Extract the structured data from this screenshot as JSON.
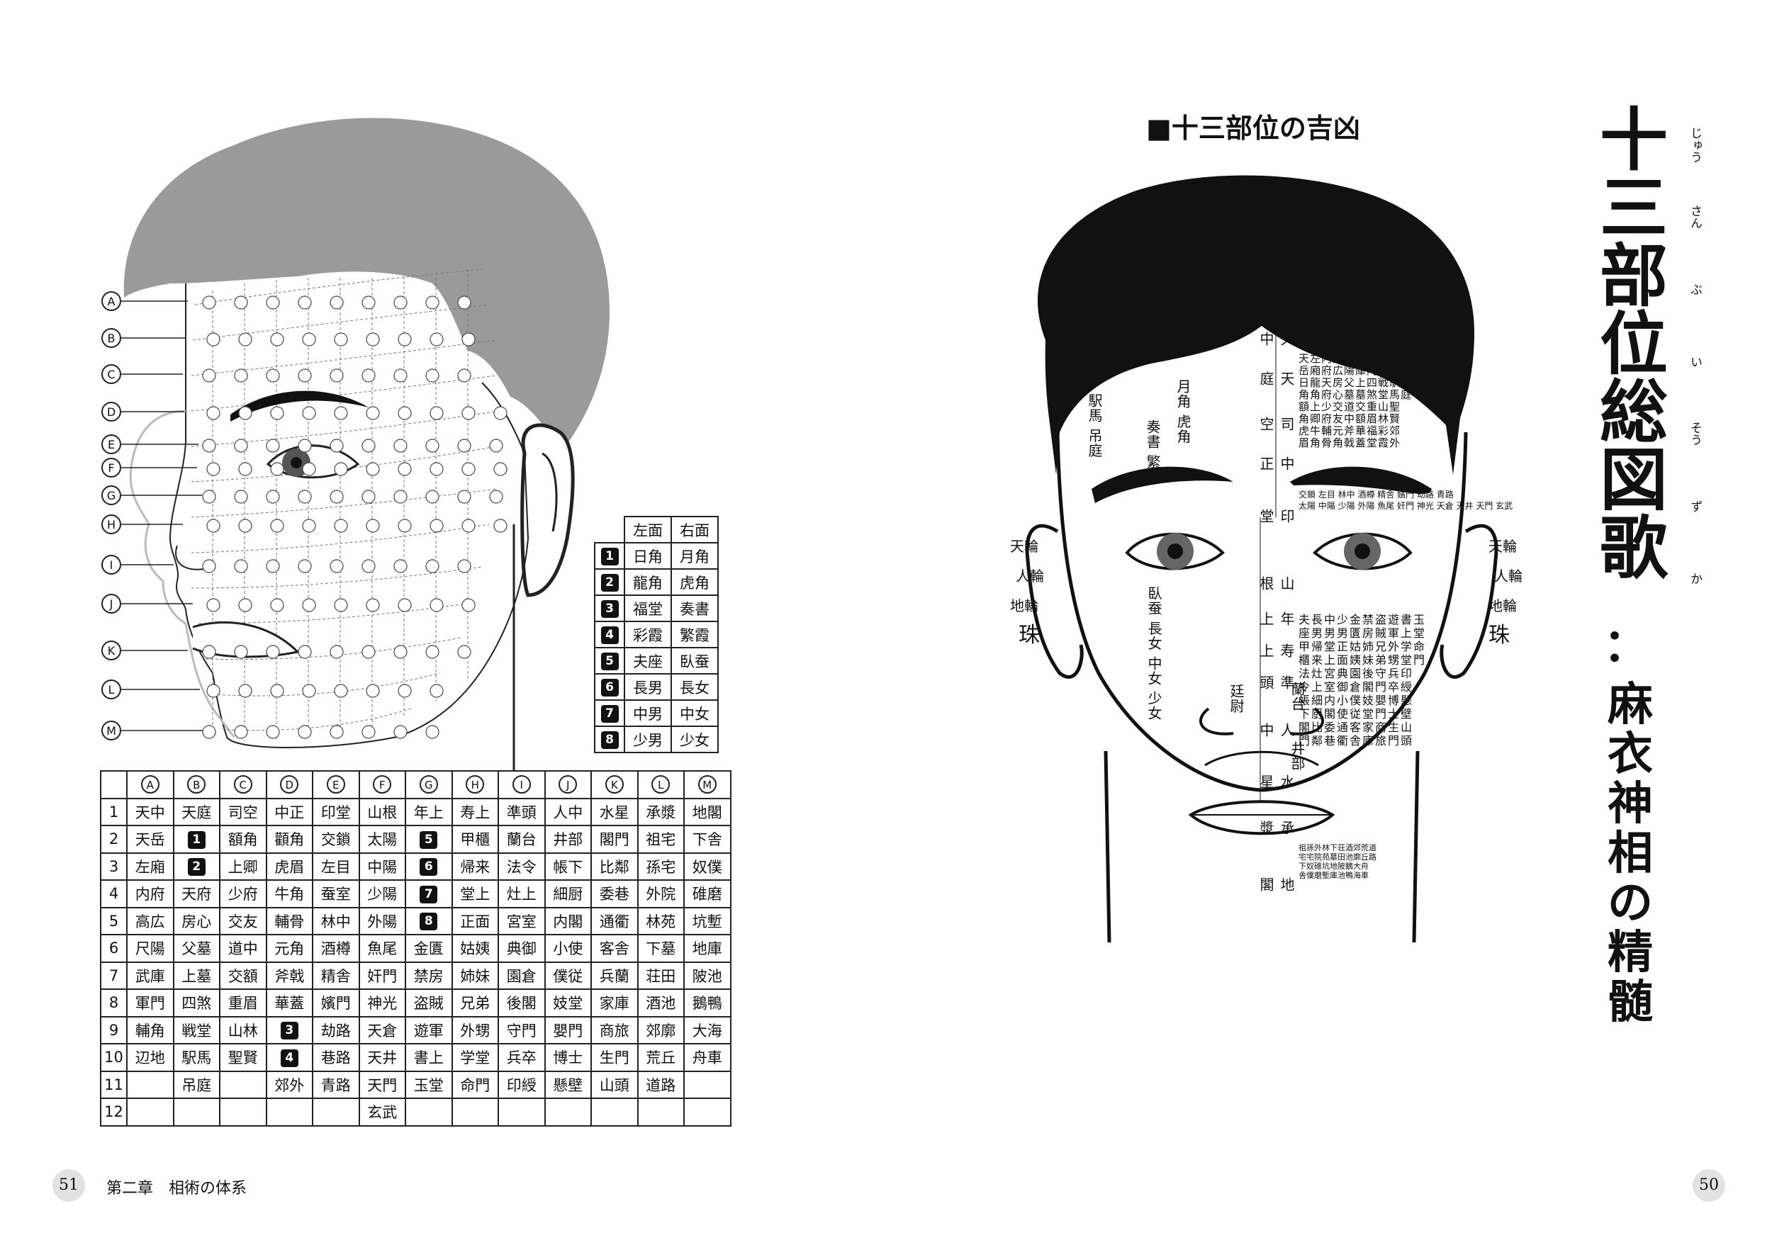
{
  "left_page": {
    "row_letters": [
      "A",
      "B",
      "C",
      "D",
      "E",
      "F",
      "G",
      "H",
      "I",
      "J",
      "K",
      "L",
      "M"
    ],
    "table": {
      "header": [
        "A",
        "B",
        "C",
        "D",
        "E",
        "F",
        "G",
        "H",
        "I",
        "J",
        "K",
        "L",
        "M"
      ],
      "rows": [
        {
          "n": "1",
          "cells": [
            "天中",
            "天庭",
            "司空",
            "中正",
            "印堂",
            "山根",
            "年上",
            "寿上",
            "準頭",
            "人中",
            "水星",
            "承漿",
            "地閣"
          ]
        },
        {
          "n": "2",
          "cells": [
            "天岳",
            "[1]",
            "額角",
            "顴角",
            "交鎖",
            "太陽",
            "[5]",
            "甲櫃",
            "蘭台",
            "井部",
            "閣門",
            "祖宅",
            "下舎"
          ]
        },
        {
          "n": "3",
          "cells": [
            "左廂",
            "[2]",
            "上卿",
            "虎眉",
            "左目",
            "中陽",
            "[6]",
            "帰来",
            "法令",
            "帳下",
            "比鄰",
            "孫宅",
            "奴僕"
          ]
        },
        {
          "n": "4",
          "cells": [
            "内府",
            "天府",
            "少府",
            "牛角",
            "蚕室",
            "少陽",
            "[7]",
            "堂上",
            "灶上",
            "細厨",
            "委巷",
            "外院",
            "碓磨"
          ]
        },
        {
          "n": "5",
          "cells": [
            "高広",
            "房心",
            "交友",
            "輔骨",
            "林中",
            "外陽",
            "[8]",
            "正面",
            "宮室",
            "内閣",
            "通衢",
            "林苑",
            "坑塹"
          ]
        },
        {
          "n": "6",
          "cells": [
            "尺陽",
            "父墓",
            "道中",
            "元角",
            "酒樽",
            "魚尾",
            "金匱",
            "姑姨",
            "典御",
            "小使",
            "客舎",
            "下墓",
            "地庫"
          ]
        },
        {
          "n": "7",
          "cells": [
            "武庫",
            "上墓",
            "交額",
            "斧戟",
            "精舎",
            "奸門",
            "禁房",
            "姉妹",
            "園倉",
            "僕従",
            "兵蘭",
            "荘田",
            "陂池"
          ]
        },
        {
          "n": "8",
          "cells": [
            "軍門",
            "四煞",
            "重眉",
            "華蓋",
            "嬪門",
            "神光",
            "盗賊",
            "兄弟",
            "後閣",
            "妓堂",
            "家庫",
            "酒池",
            "鵝鴨"
          ]
        },
        {
          "n": "9",
          "cells": [
            "輔角",
            "戦堂",
            "山林",
            "[3]",
            "劫路",
            "天倉",
            "遊軍",
            "外甥",
            "守門",
            "嬰門",
            "商旅",
            "郊廓",
            "大海"
          ]
        },
        {
          "n": "10",
          "cells": [
            "辺地",
            "駅馬",
            "聖賢",
            "[4]",
            "巷路",
            "天井",
            "書上",
            "学堂",
            "兵卒",
            "博士",
            "生門",
            "荒丘",
            "舟車"
          ]
        },
        {
          "n": "11",
          "cells": [
            "",
            "吊庭",
            "",
            "郊外",
            "青路",
            "天門",
            "玉堂",
            "命門",
            "印綬",
            "懸壁",
            "山頭",
            "道路",
            ""
          ]
        },
        {
          "n": "12",
          "cells": [
            "",
            "",
            "",
            "",
            "",
            "玄武",
            "",
            "",
            "",
            "",
            "",
            "",
            ""
          ]
        }
      ]
    },
    "legend": {
      "header": [
        "左面",
        "右面"
      ],
      "rows": [
        {
          "n": "1",
          "left": "日角",
          "right": "月角"
        },
        {
          "n": "2",
          "left": "龍角",
          "right": "虎角"
        },
        {
          "n": "3",
          "left": "福堂",
          "right": "奏書"
        },
        {
          "n": "4",
          "left": "彩霞",
          "right": "繁霞"
        },
        {
          "n": "5",
          "left": "夫座",
          "right": "臥蚕"
        },
        {
          "n": "6",
          "left": "長男",
          "right": "長女"
        },
        {
          "n": "7",
          "left": "中男",
          "right": "中女"
        },
        {
          "n": "8",
          "left": "少男",
          "right": "少女"
        }
      ]
    },
    "footer": {
      "page": "51",
      "chapter": "第二章　相術の体系"
    }
  },
  "right_page": {
    "section_heading": "■十三部位の吉凶",
    "title_upper": [
      "十",
      "三",
      "部",
      "位",
      "総",
      "図",
      "歌"
    ],
    "title_ruby": [
      "じゅう",
      "さん",
      "ぶ",
      "い",
      "そう",
      "ず",
      "か"
    ],
    "title_colon": "：",
    "title_lower": [
      "麻",
      "衣",
      "神",
      "相",
      "の",
      "精",
      "髄"
    ],
    "center_column": [
      "天中",
      "天庭",
      "司空",
      "中正",
      "印堂",
      "山根",
      "年上",
      "寿上",
      "準頭",
      "人中",
      "水星",
      "承漿",
      "地閣"
    ],
    "side_labels": {
      "ear_left": [
        "天輪",
        "人輪",
        "地輪",
        "珠"
      ],
      "ear_right": [
        "天輪",
        "人輪",
        "地輪",
        "珠"
      ],
      "left_temple": [
        "吊庭",
        "駅馬"
      ],
      "left_brow_top": [
        "月角",
        "虎角"
      ],
      "left_brow_mid": [
        "奏書",
        "繁霞"
      ],
      "left_eye_under": [
        "臥蚕",
        "長女",
        "中女",
        "少女"
      ],
      "nose_left": "廷尉",
      "nose_right": "蘭台",
      "mouth_right": "井部"
    },
    "forehead_rows": [
      "天左内高尺武軍輔辺",
      "岳廂府広陽庫門角地",
      "日龍天房父上四戦駅吊",
      "角角府心墓墓煞堂馬庭",
      "額上少交道交重山聖",
      "角卿府友中額眉林賢",
      "虎牛輔元斧華福彩郊",
      "眉角骨角戟蓋堂霞外"
    ],
    "eye_area_rows": [
      "交鎖 左目 林中 酒樽 精舎 嬪門 劫路 青路",
      "太陽 中陽 少陽 外陽 魚尾 奸門 神光 天倉 天井 天門 玄武"
    ],
    "cheek_rows": [
      "夫長中少金禁盗遊書玉",
      "座男男男匱房賊軍上堂",
      "甲帰堂正姑姉兄外学命",
      "櫃来上面姨妹弟甥堂門",
      "法灶宮典園後守兵印",
      "令上室御倉閣門卒綬",
      "帳細内小僕妓嬰博懸",
      "下厨閣使従堂門士壁",
      "閣比委通客家商生山",
      "門鄰巷衢舎庫旅門頭"
    ],
    "chin_rows": [
      "祖孫外林下荘酒郊荒道",
      "宅宅院苑墓田池廓丘路",
      "下奴碓坑地陂鵝大舟",
      "舎僕磨塹庫池鴨海車"
    ],
    "footer": {
      "page": "50"
    }
  },
  "colors": {
    "hair_gray": "#9a9a9a",
    "ink": "#111111",
    "footer_circle": "#e2e2e2"
  }
}
